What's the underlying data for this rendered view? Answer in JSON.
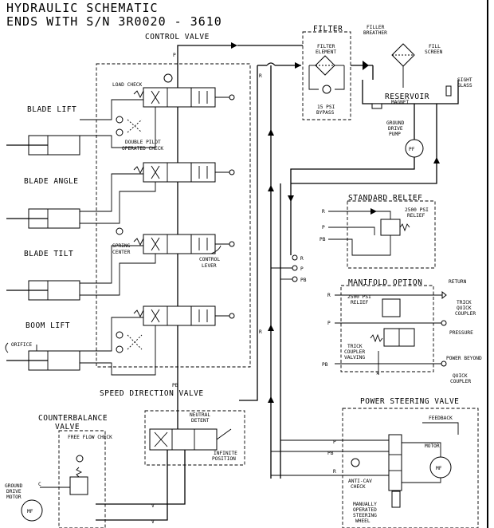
{
  "title": {
    "line1": "HYDRAULIC SCHEMATIC",
    "line2": "ENDS WITH S/N 3R0020 - 3610"
  },
  "sections": {
    "control_valve": "CONTROL VALVE",
    "filter": "FILTER",
    "standard_relief": "STANDARD RELIEF",
    "manifold_option": "MANIFOLD OPTION",
    "speed_direction_valve": "SPEED DIRECTION VALVE",
    "counterbalance_valve_1": "COUNTERBALANCE",
    "counterbalance_valve_2": "VALVE",
    "power_steering_valve": "POWER STEERING VALVE"
  },
  "cylinders": {
    "blade_lift": "BLADE LIFT",
    "blade_angle": "BLADE ANGLE",
    "blade_tilt": "BLADE TILT",
    "boom_lift": "BOOM LIFT"
  },
  "labels": {
    "load_check": "LOAD CHECK",
    "double_pilot_1": "DOUBLE PILOT",
    "double_pilot_2": "OPERATED CHECK",
    "spring_center_1": "SPRING",
    "spring_center_2": "CENTER",
    "control_lever_1": "CONTROL",
    "control_lever_2": "LEVER",
    "orifice": "ORIFICE",
    "filter_element_1": "FILTER",
    "filter_element_2": "ELEMENT",
    "bypass_1": "15 PSI",
    "bypass_2": "BYPASS",
    "filler_breather_1": "FILLER",
    "filler_breather_2": "BREATHER",
    "fill_screen_1": "FILL",
    "fill_screen_2": "SCREEN",
    "reservoir": "RESERVOIR",
    "magnet": "MAGNET",
    "sight_glass_1": "SIGHT",
    "sight_glass_2": "GLASS",
    "ground_drive_pump_1": "GROUND",
    "ground_drive_pump_2": "DRIVE",
    "ground_drive_pump_3": "PUMP",
    "pump_pf": "PF",
    "relief_2500_1": "2500 PSI",
    "relief_2500_2": "RELIEF",
    "manifold_relief_1": "2500 PSI",
    "manifold_relief_2": "RELIEF",
    "return": "RETURN",
    "trick_quick_1": "TRICK",
    "trick_quick_2": "QUICK",
    "trick_quick_3": "COUPLER",
    "pressure": "PRESSURE",
    "trick_coupler_1": "TRICK",
    "trick_coupler_2": "COUPLER",
    "trick_coupler_3": "VALVING",
    "power_beyond": "POWER BEYOND",
    "quick_coupler_1": "QUICK",
    "quick_coupler_2": "COUPLER",
    "neutral_detent_1": "NEUTRAL",
    "neutral_detent_2": "DETENT",
    "infinite_position_1": "INFINITE",
    "infinite_position_2": "POSITION",
    "free_flow_check": "FREE FLOW CHECK",
    "ground_drive_motor_1": "GROUND",
    "ground_drive_motor_2": "DRIVE",
    "ground_drive_motor_3": "MOTOR",
    "motor_mf": "MF",
    "feedback": "FEEDBACK",
    "motor": "MOTOR",
    "motor_mf2": "MF",
    "anti_cav_1": "ANTI-CAV",
    "anti_cav_2": "CHECK",
    "manual_steer_1": "MANUALLY",
    "manual_steer_2": "OPERATED",
    "manual_steer_3": "STEERING",
    "manual_steer_4": "WHEEL"
  },
  "ports": {
    "P": "P",
    "R": "R",
    "PB": "PB",
    "C": "C",
    "V": "V"
  }
}
